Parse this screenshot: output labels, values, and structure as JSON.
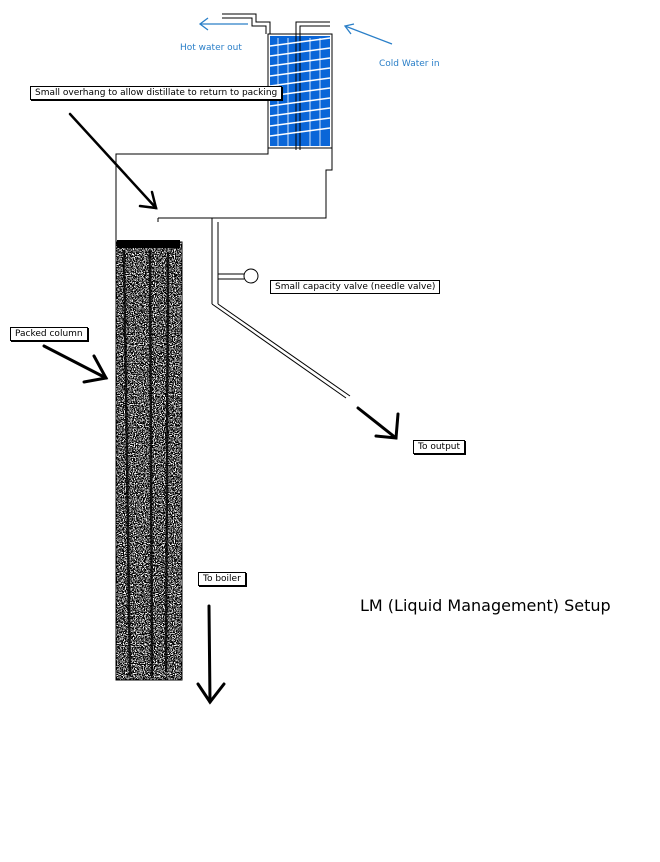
{
  "labels": {
    "hot_water_out": "Hot water out",
    "cold_water_in": "Cold Water in",
    "overhang": "Small overhang to allow distillate to return to packing",
    "needle_valve": "Small capacity valve (needle valve)",
    "packed_column": "Packed column",
    "to_output": "To output",
    "to_boiler": "To boiler"
  },
  "title": "LM (Liquid Management) Setup",
  "colors": {
    "water": "#2a7fc8",
    "coolant": "#0a66d8",
    "packing": "#000000"
  }
}
